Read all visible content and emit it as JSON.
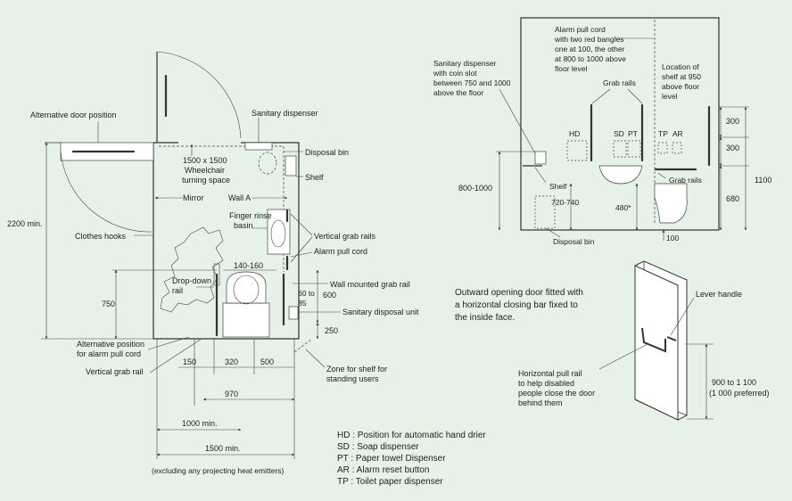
{
  "plan": {
    "alt_door": "Alternative door position",
    "sanitary_dispenser": "Sanitary dispenser",
    "disposal_bin": "Disposal bin",
    "turning_1": "1500 x 1500",
    "turning_2": "Wheelchair",
    "turning_3": "turning space",
    "shelf": "Shelf",
    "mirror": "Mirror",
    "wall_a": "Wall A",
    "dim_2200": "2200 min.",
    "clothes_hooks": "Clothes hooks",
    "finger_1": "Finger rinse",
    "finger_2": "basin",
    "vertical_grab_rails": "Vertical grab rails",
    "alarm_pull_cord": "Alarm pull cord",
    "dim_140_160": "140-160",
    "drop_down_1": "Drop-down",
    "drop_down_2": "rail",
    "wall_mounted_grab_rail": "Wall mounted grab rail",
    "dim_750": "750",
    "dim_60_to": "60 to",
    "dim_85": "85",
    "dim_600": "600",
    "sanitary_disposal_unit": "Sanitary disposal unit",
    "dim_250": "250",
    "alt_alarm_1": "Alternative position",
    "alt_alarm_2": "for alarm pull cord",
    "vertical_grab_rail": "Vertical grab rail",
    "dim_150": "150",
    "dim_320": "320",
    "dim_500": "500",
    "dim_970": "970",
    "zone_1": "Zone for shelf for",
    "zone_2": "standing users",
    "dim_1000": "1000 min.",
    "dim_1500": "1500 min.",
    "excluding": "(excluding any projecting heat emitters)"
  },
  "legend": [
    {
      "code": "HD",
      "text": "HD : Position for automatic hand drier"
    },
    {
      "code": "SD",
      "text": "SD : Soap dispenser"
    },
    {
      "code": "PT",
      "text": "PT : Paper towel Dispenser"
    },
    {
      "code": "AR",
      "text": "AR : Alarm reset button"
    },
    {
      "code": "TP",
      "text": "TP : Toilet paper dispenser"
    }
  ],
  "elevation": {
    "alarm_1": "Alarm pull cord",
    "alarm_2": "with two red bangles",
    "alarm_3": "one at 100, the other",
    "alarm_4": "at 800 to 1000 above",
    "alarm_5": "floor level",
    "sanitary_1": "Sanitary dispenser",
    "sanitary_2": "with coin slot",
    "sanitary_3": "between 750 and 1000",
    "sanitary_4": "above the floor",
    "grab_rails_top": "Grab rails",
    "location_1": "Location of",
    "location_2": "shelf at 950",
    "location_3": "above floor",
    "location_4": "level",
    "hd": "HD",
    "sd": "SD",
    "pt": "PT",
    "tp": "TP",
    "ar": "AR",
    "dim_300a": "300",
    "dim_300b": "300",
    "dim_800_1000": "800-1000",
    "shelf": "Shelf",
    "grab_rails_low": "Grab rails",
    "dim_1100": "1100",
    "dim_720_740": "720-740",
    "dim_480": "480*",
    "dim_680": "680",
    "disposal_bin": "Disposal bin",
    "dim_100": "100"
  },
  "door": {
    "caption_1": "Outward opening door fitted with",
    "caption_2": "a horizontal closing bar fixed to",
    "caption_3": "the inside face.",
    "lever_handle": "Lever handle",
    "pull_1": "Horizontal pull rail",
    "pull_2": "to help disabled",
    "pull_3": "people close the door",
    "pull_4": "behind them",
    "height_1": "900 to 1 100",
    "height_2": "(1 000 preferred)"
  }
}
